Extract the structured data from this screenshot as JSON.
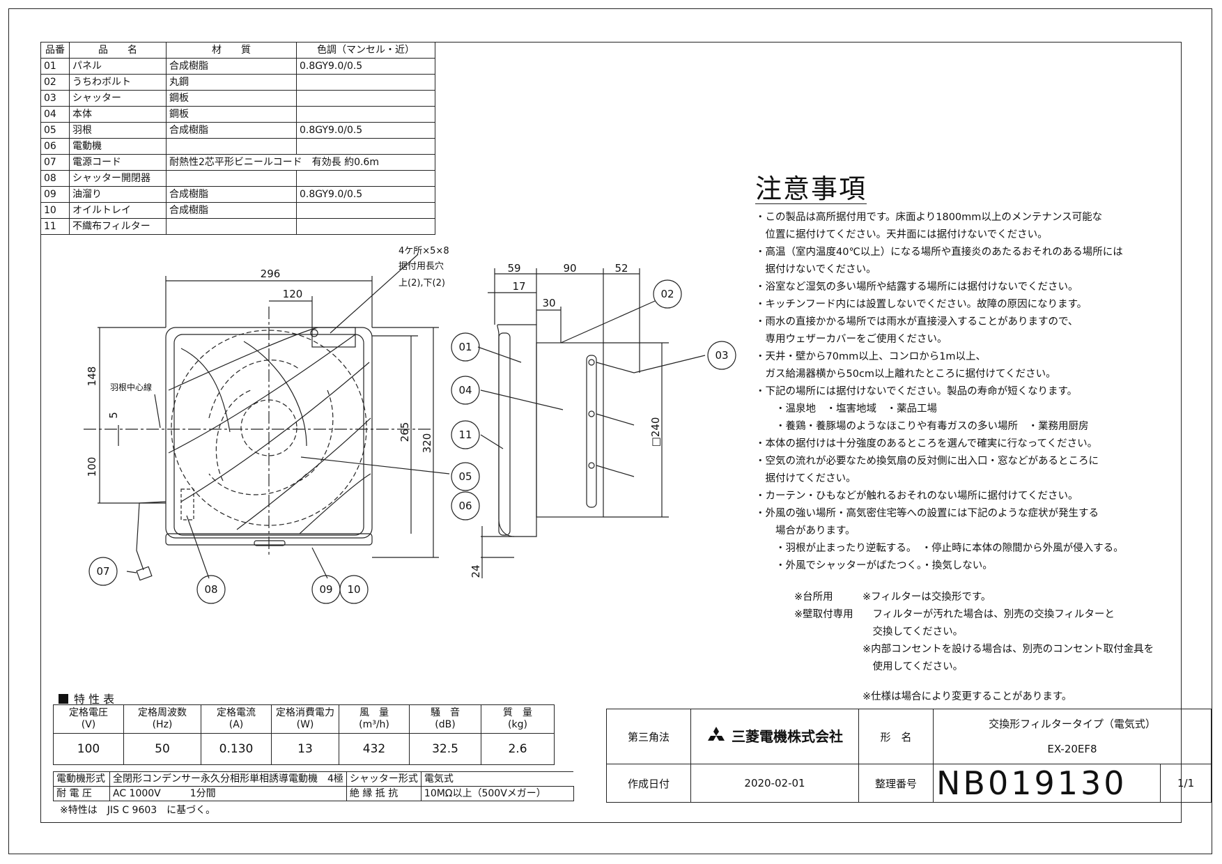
{
  "parts_table": {
    "headers": [
      "品番",
      "品　　名",
      "材　　質",
      "色調（マンセル・近）"
    ],
    "rows": [
      [
        "01",
        "パネル",
        "合成樹脂",
        "0.8GY9.0/0.5"
      ],
      [
        "02",
        "うちわボルト",
        "丸鋼",
        ""
      ],
      [
        "03",
        "シャッター",
        "鋼板",
        ""
      ],
      [
        "04",
        "本体",
        "鋼板",
        ""
      ],
      [
        "05",
        "羽根",
        "合成樹脂",
        "0.8GY9.0/0.5"
      ],
      [
        "06",
        "電動機",
        "",
        ""
      ],
      [
        "07",
        "電源コード",
        "耐熱性2芯平形ビニールコード　有効長 約0.6m",
        ""
      ],
      [
        "08",
        "シャッター開閉器",
        "",
        ""
      ],
      [
        "09",
        "油溜り",
        "合成樹脂",
        "0.8GY9.0/0.5"
      ],
      [
        "10",
        "オイルトレイ",
        "合成樹脂",
        ""
      ],
      [
        "11",
        "不織布フィルター",
        "",
        ""
      ]
    ]
  },
  "drawing": {
    "mount_note": [
      "4ケ所×5×8",
      "据付用長穴",
      "上(2),下(2)"
    ],
    "blade_center_label": "羽根中心線",
    "dims_front": {
      "width": "296",
      "half": "120",
      "top": "148",
      "five": "5",
      "bottom": "100",
      "height_265": "265",
      "height_320": "320"
    },
    "dims_side": {
      "d59": "59",
      "d17": "17",
      "d90": "90",
      "d30": "30",
      "d52": "52",
      "d240": "□240",
      "d24": "24"
    },
    "callouts": [
      "01",
      "02",
      "03",
      "04",
      "05",
      "06",
      "07",
      "08",
      "09",
      "10",
      "11"
    ]
  },
  "notes": {
    "title": "注意事項",
    "lines": [
      "・この製品は高所据付用です。床面より1800mm以上のメンテナンス可能な",
      "　位置に据付けてください。天井面には据付けないでください。",
      "・高温（室内温度40℃以上）になる場所や直接炎のあたるおそれのある場所には",
      "　据付けないでください。",
      "・浴室など湿気の多い場所や結露する場所には据付けないでください。",
      "・キッチンフード内には設置しないでください。故障の原因になります。",
      "・雨水の直接かかる場所では雨水が直接浸入することがありますので、",
      "　専用ウェザーカバーをご使用ください。",
      "・天井・壁から70mm以上、コンロから1m以上、",
      "　ガス給湯器横から50cm以上離れたところに据付けてください。",
      "・下記の場所には据付けないでください。製品の寿命が短くなります。",
      "　　・温泉地　・塩害地域　・薬品工場",
      "　　・養鶏・養豚場のようなほこりや有毒ガスの多い場所　・業務用厨房",
      "・本体の据付けは十分強度のあるところを選んで確実に行なってください。",
      "・空気の流れが必要なため換気扇の反対側に出入口・窓などがあるところに",
      "　据付けてください。",
      "・カーテン・ひもなどが触れるおそれのない場所に据付けてください。",
      "・外風の強い場所・高気密住宅等への設置には下記のような症状が発生する",
      "　　場合があります。",
      "　　・羽根が止まったり逆転する。　・停止時に本体の隙間から外風が侵入する。",
      "　　・外風でシャッターがばたつく。・換気しない。"
    ],
    "category": [
      "※台所用",
      "※壁取付専用"
    ],
    "filter": [
      "※フィルターは交換形です。",
      "　フィルターが汚れた場合は、別売の交換フィルターと",
      "　交換してください。",
      "※内部コンセントを設ける場合は、別売のコンセント取付金具を",
      "　使用してください。"
    ],
    "change": "※仕様は場合により変更することがあります。"
  },
  "spec": {
    "title": "特 性 表",
    "headers": [
      [
        "定格電圧",
        "(V)"
      ],
      [
        "定格周波数",
        "(Hz)"
      ],
      [
        "定格電流",
        "(A)"
      ],
      [
        "定格消費電力",
        "(W)"
      ],
      [
        "風　量",
        "(m³/h)"
      ],
      [
        "騒　音",
        "(dB)"
      ],
      [
        "質　量",
        "(kg)"
      ]
    ],
    "values": [
      "100",
      "50",
      "0.130",
      "13",
      "432",
      "32.5",
      "2.6"
    ],
    "motor_label": "電動機形式",
    "motor_value": "全閉形コンデンサー永久分相形単相誘導電動機　4極",
    "shutter_label": "シャッター形式",
    "shutter_value": "電気式",
    "withstand_label": "耐 電 圧",
    "withstand_value": "AC 1000V　　　1分間",
    "insulation_label": "絶 縁 抵 抗",
    "insulation_value": "10MΩ以上（500Vメガー）",
    "note": "※特性は　JIS C 9603　に基づく。"
  },
  "title_block": {
    "projection": "第三角法",
    "company": "三菱電機株式会社",
    "model_label": "形　名",
    "product_type": "交換形フィルタータイプ（電気式）",
    "model": "EX-20EF8",
    "date_label": "作成日付",
    "date": "2020-02-01",
    "number_label": "整理番号",
    "number": "NB019130",
    "sheet": "1/1"
  }
}
